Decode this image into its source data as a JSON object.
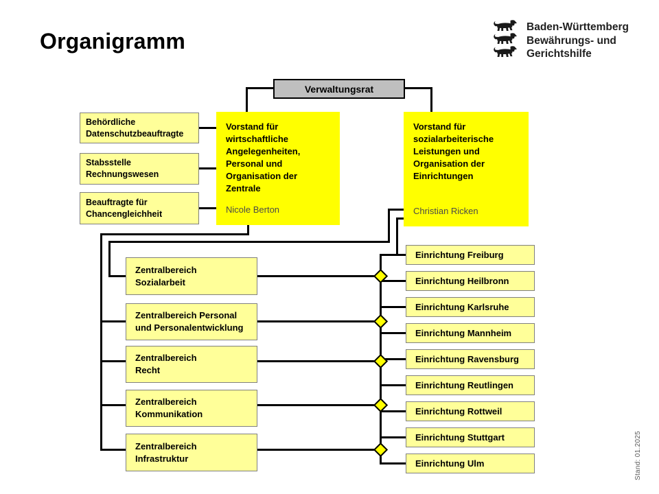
{
  "header": {
    "title": "Organigramm",
    "logo": {
      "icon": "bw-three-lions",
      "line1": "Baden-Württemberg",
      "line2": "Bewährungs- und",
      "line3": "Gerichtshilfe"
    }
  },
  "chart": {
    "board": "Verwaltungsrat",
    "vorstand_left": {
      "title": "Vorstand für\nwirtschaftliche\nAngelegenheiten,\nPersonal und\nOrganisation der\nZentrale",
      "name": "Nicole Berton"
    },
    "vorstand_right": {
      "title": "Vorstand für\nsozialarbeiterische\nLeistungen und\nOrganisation der\nEinrichtungen",
      "name": "Christian Ricken"
    },
    "staff_units": [
      {
        "label": "Behördliche\nDatenschutzbeauftragte"
      },
      {
        "label": "Stabsstelle\nRechnungswesen"
      },
      {
        "label": "Beauftragte für\nChancengleichheit"
      }
    ],
    "zentralbereiche": [
      {
        "label": "Zentralbereich\nSozialarbeit"
      },
      {
        "label": "Zentralbereich Personal\nund Personalentwicklung"
      },
      {
        "label": "Zentralbereich\nRecht"
      },
      {
        "label": "Zentralbereich\nKommunikation"
      },
      {
        "label": "Zentralbereich\nInfrastruktur"
      }
    ],
    "einrichtungen": [
      {
        "label": "Einrichtung Freiburg"
      },
      {
        "label": "Einrichtung Heilbronn"
      },
      {
        "label": "Einrichtung Karlsruhe"
      },
      {
        "label": "Einrichtung Mannheim"
      },
      {
        "label": "Einrichtung Ravensburg"
      },
      {
        "label": "Einrichtung Reutlingen"
      },
      {
        "label": "Einrichtung Rottweil"
      },
      {
        "label": "Einrichtung Stuttgart"
      },
      {
        "label": "Einrichtung Ulm"
      }
    ]
  },
  "footer": {
    "stand": "Stand: 01.2025"
  },
  "colors": {
    "bright_yellow": "#ffff00",
    "light_yellow": "#ffff99",
    "board_gray": "#bfbfbf",
    "box_border": "#7f7f7f",
    "line_black": "#000000",
    "name_gray": "#4a4a4a"
  }
}
